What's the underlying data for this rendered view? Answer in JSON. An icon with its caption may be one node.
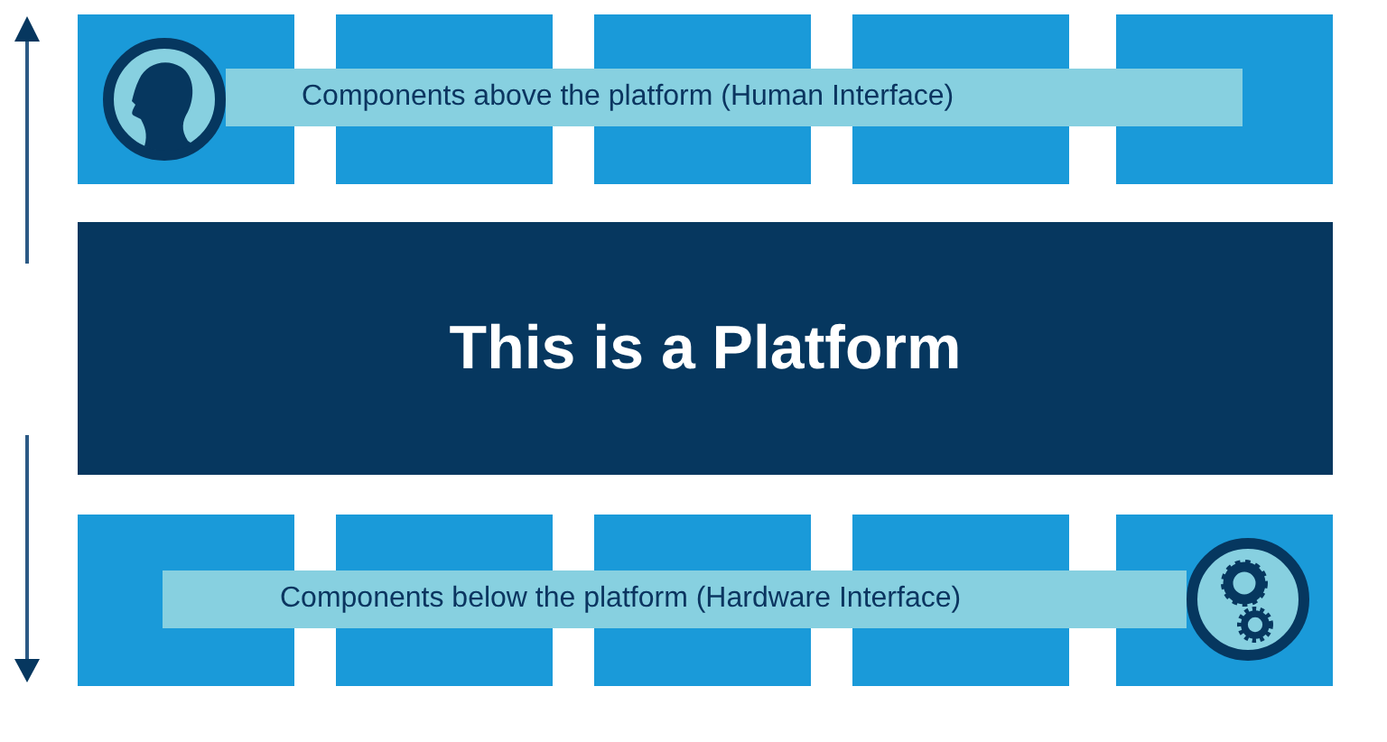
{
  "diagram": {
    "nodes": [
      {
        "text": [
          "Components above the platform (Human Interface)"
        ]
      },
      {
        "text": [
          "This is a Platform"
        ]
      },
      {
        "text": [
          "Components below the platform (Hardware Interface)"
        ]
      }
    ]
  }
}
